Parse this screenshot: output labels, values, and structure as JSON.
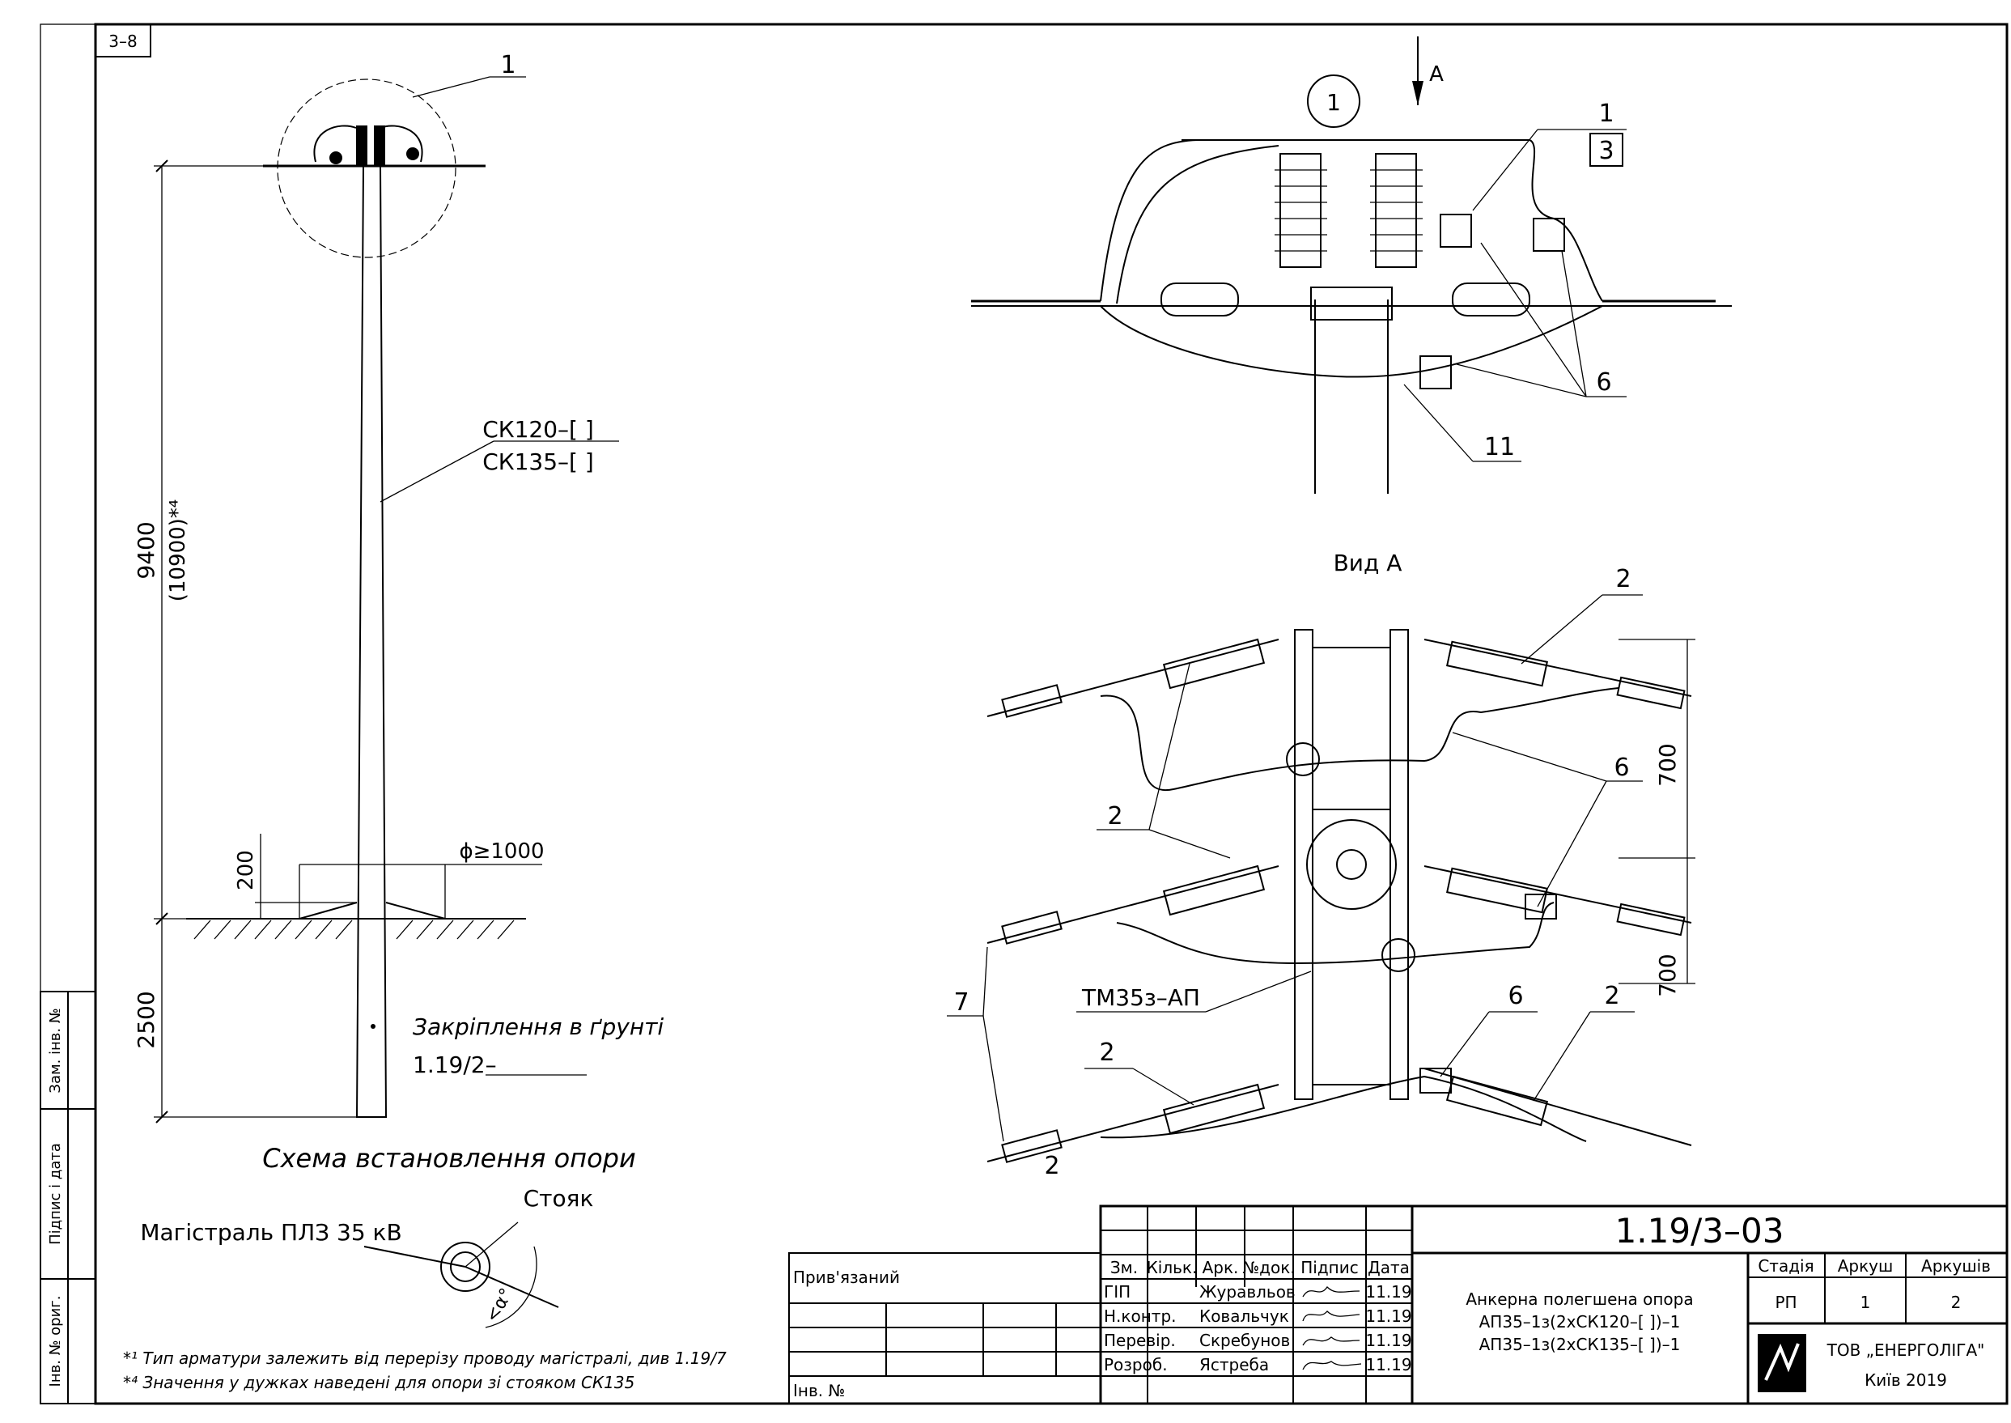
{
  "sheet_tag": "3–8",
  "left_panel": {
    "callout_1": "1",
    "dim_height": "9400",
    "dim_height_alt": "(10900)*⁴",
    "pole_label_top": "СК120–[ ]",
    "pole_label_bottom": "СК135–[ ]",
    "dim_200": "200",
    "dim_diameter": "ϕ≥1000",
    "dim_2500": "2500",
    "ground_fix_label": "Закріплення в ґрунті",
    "ground_fix_ref": "1.19/2–",
    "title": "Схема встановлення опори",
    "stoyak_label": "Стояк",
    "line_label": "Магістраль ПЛЗ 35 кВ",
    "angle_label": "<α°"
  },
  "footnotes": [
    "*¹ Тип арматури залежить від перерізу проводу магістралі, див 1.19/7",
    "*⁴ Значення у дужках наведені для опори зі стояком СК135"
  ],
  "view_top": {
    "circle_label": "1",
    "arrow_label": "А",
    "callout_1": "1",
    "callout_3": "3",
    "callout_6": "6",
    "callout_11": "11"
  },
  "view_a": {
    "title": "Вид А",
    "callout_2a": "2",
    "callout_2b": "2",
    "callout_2c": "2",
    "callout_2d": "2",
    "callout_2e": "2",
    "callout_6a": "6",
    "callout_6b": "6",
    "callout_7": "7",
    "tm_label": "ТМ35з–АП",
    "dim_700a": "700",
    "dim_700b": "700"
  },
  "side_stamp": {
    "zam_inv": "Зам. інв. №",
    "pidpys_data": "Підпис і дата",
    "inv_oryg": "Інв. № ориг."
  },
  "title_block": {
    "pryvyazanyi": "Прив'язаний",
    "inv_no": "Інв. №",
    "headers": [
      "Зм.",
      "Кільк.",
      "Арк.",
      "№док.",
      "Підпис",
      "Дата"
    ],
    "rows": [
      {
        "role": "ГІП",
        "name": "Журавльов",
        "date": "11.19"
      },
      {
        "role": "Н.контр.",
        "name": "Ковальчук",
        "date": "11.19"
      },
      {
        "role": "Перевір.",
        "name": "Скребунов",
        "date": "11.19"
      },
      {
        "role": "Розроб.",
        "name": "Ястреба",
        "date": "11.19"
      }
    ],
    "designation": "1.19/3–03",
    "description_1": "Анкерна полегшена опора",
    "description_2": "АП35–1з(2хСК120–[ ])–1",
    "description_3": "АП35–1з(2хСК135–[ ])–1",
    "stage_header": "Стадія",
    "sheet_header": "Аркуш",
    "sheets_header": "Аркушів",
    "stage": "РП",
    "sheet": "1",
    "sheets": "2",
    "company": "ТОВ „ЕНЕРГОЛІГА\"",
    "city_year": "Київ 2019"
  }
}
